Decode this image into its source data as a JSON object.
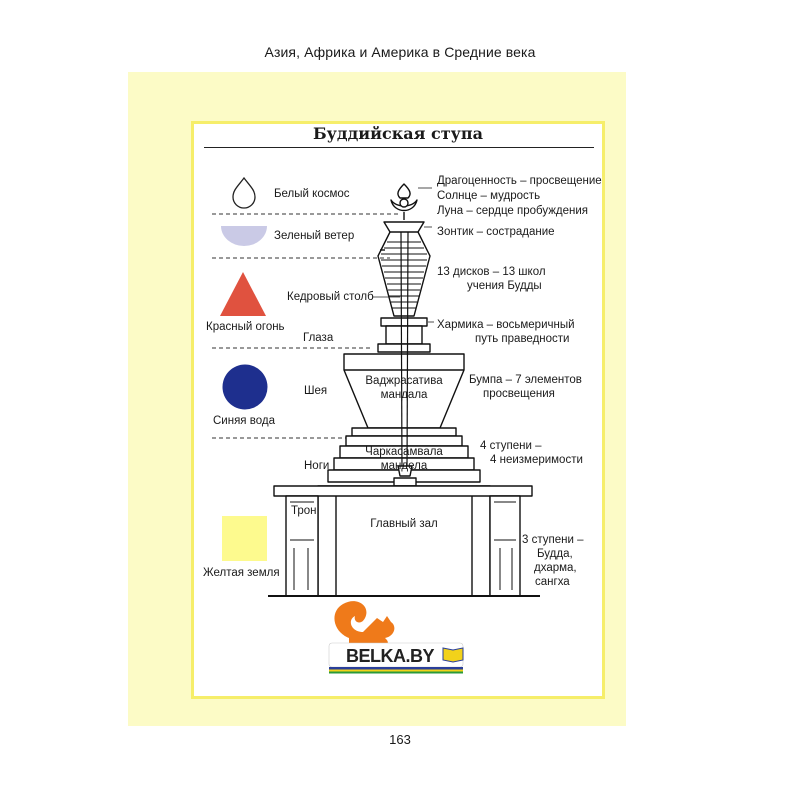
{
  "header": {
    "running_title": "Азия, Африка и Америка в Средние века"
  },
  "figure": {
    "title": "Буддийская ступа",
    "elements": [
      {
        "shape": "drop-icon",
        "color": "#ffffff",
        "label": "Белый космос"
      },
      {
        "shape": "half-disc-icon",
        "color": "#cacae6",
        "label": "Зеленый ветер"
      },
      {
        "shape": "triangle-icon",
        "color": "#e0523f",
        "label": "Красный огонь"
      },
      {
        "shape": "circle-icon",
        "color": "#1e2f8e",
        "label": "Синяя вода"
      },
      {
        "shape": "square-icon",
        "color": "#fdfa8e",
        "label": "Желтая земля"
      }
    ],
    "part_labels": {
      "pillar": "Кедровый столб",
      "eyes": "Глаза",
      "neck": "Шея",
      "legs": "Ноги",
      "throne": "Трон"
    },
    "interior_labels": {
      "vajrasattva_l1": "Ваджрасатива",
      "vajrasattva_l2": "мандала",
      "chakrasamvara_l1": "Чаркасамвала",
      "chakrasamvara_l2": "мандела",
      "main_hall": "Главный зал"
    },
    "symbolism": {
      "jewel": "Драгоценность – просвещение",
      "sun": "Солнце – мудрость",
      "moon": "Луна – сердце пробуждения",
      "umbrella": "Зонтик – сострадание",
      "discs_l1": "13 дисков – 13 школ",
      "discs_l2": "учения Будды",
      "harmika_l1": "Хармика – восьмеричный",
      "harmika_l2": "путь праведности",
      "bumpa_l1": "Бумпа – 7 элементов",
      "bumpa_l2": "просвещения",
      "steps4_l1": "4 ступени –",
      "steps4_l2": "4 неизмеримости",
      "steps3_l1": "3 ступени –",
      "steps3_l2": "Будда,",
      "steps3_l3": "дхарма,",
      "steps3_l4": "сангха"
    }
  },
  "watermark": {
    "text": "BELKA.BY",
    "colors": [
      "#ef7a1a",
      "#2a3f9a",
      "#f2d21a",
      "#2a9a3a"
    ]
  },
  "page_number": "163"
}
